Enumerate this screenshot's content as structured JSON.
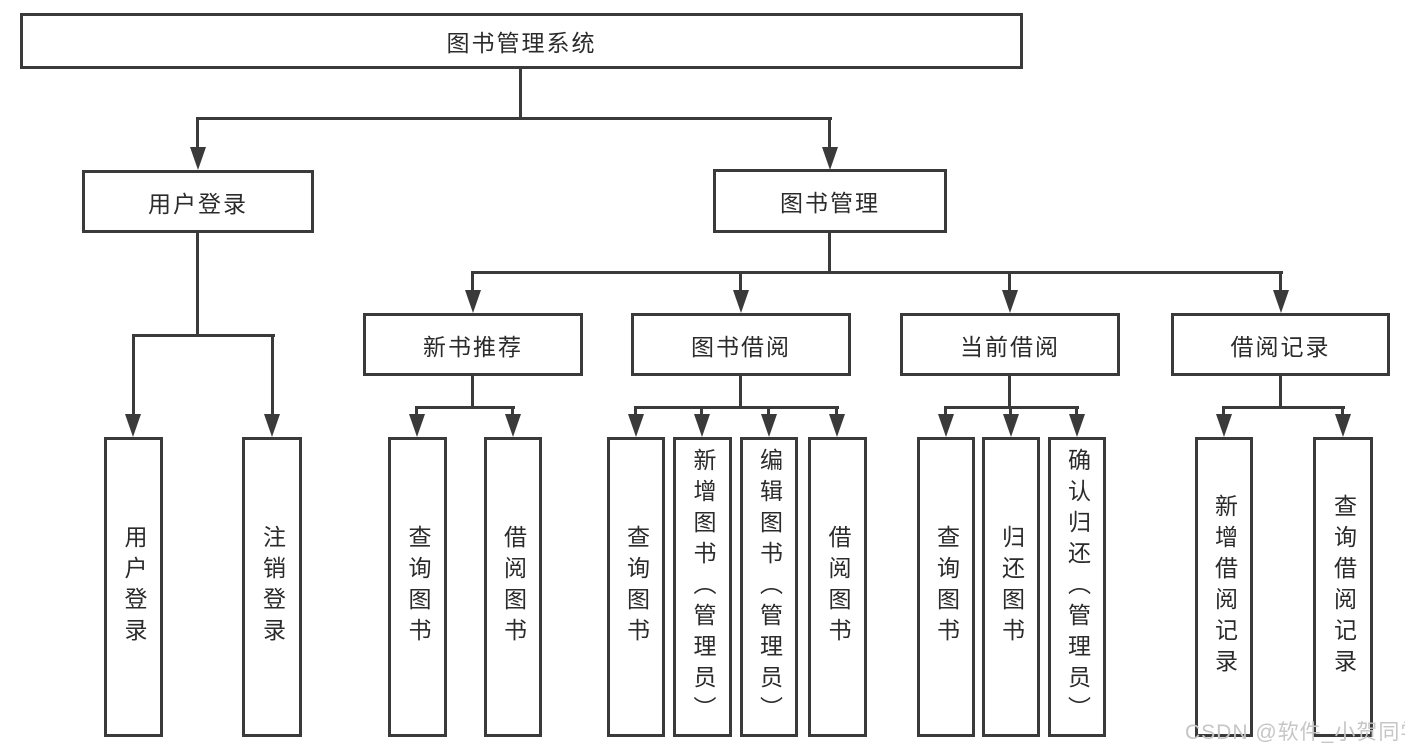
{
  "tree": {
    "root": {
      "label": "图书管理系统"
    },
    "branches": [
      {
        "label": "用户登录",
        "children": [
          {
            "label": "用户登录"
          },
          {
            "label": "注销登录"
          }
        ]
      },
      {
        "label": "图书管理",
        "children": [
          {
            "label": "新书推荐",
            "children": [
              {
                "label": "查询图书"
              },
              {
                "label": "借阅图书"
              }
            ]
          },
          {
            "label": "图书借阅",
            "children": [
              {
                "label": "查询图书"
              },
              {
                "label": "新增图书（管理员）"
              },
              {
                "label": "编辑图书（管理员）"
              },
              {
                "label": "借阅图书"
              }
            ]
          },
          {
            "label": "当前借阅",
            "children": [
              {
                "label": "查询图书"
              },
              {
                "label": "归还图书"
              },
              {
                "label": "确认归还（管理员）"
              }
            ]
          },
          {
            "label": "借阅记录",
            "children": [
              {
                "label": "新增借阅记录"
              },
              {
                "label": "查询借阅记录"
              }
            ]
          }
        ]
      }
    ]
  },
  "watermark": {
    "text": "CSDN @软件_小贺同学"
  },
  "colors": {
    "line": "#3a3a3a",
    "text": "#2b2b2b",
    "background": "#ffffff",
    "watermark": "#c6c6c6"
  }
}
